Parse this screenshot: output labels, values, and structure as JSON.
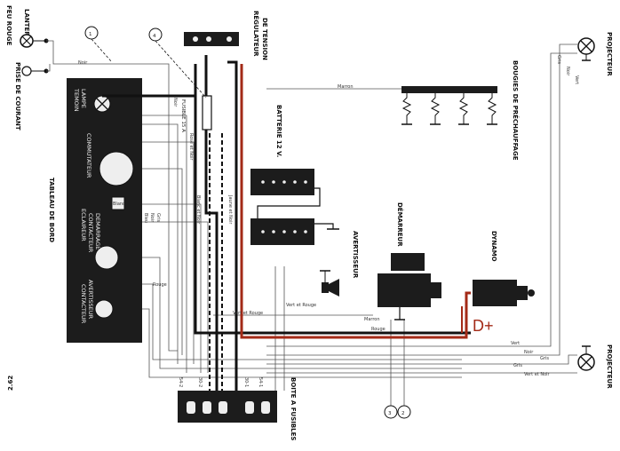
{
  "title_labels": {
    "feu_rouge": "FEU ROUGE",
    "lanterne": "LANTERNE",
    "prise": "PRISE DE COURANT",
    "tableau": "TABLEAU DE BORD",
    "regulateur": "RÉGULATEUR",
    "de_tension": "DE TENSION",
    "batterie": "BATTERIE 12 V.",
    "bougies": "BOUGIES DE PRÉCHAUFFAGE",
    "projecteur_top": "PROJECTEUR",
    "projecteur_bottom": "PROJECTEUR",
    "avertisseur": "AVERTISSEUR",
    "demarreur": "DÉMARREUR",
    "dynamo": "DYNAMO",
    "boite": "BOITE A FUSIBLES",
    "page_code": "2.62"
  },
  "panel_labels": {
    "lamp": "LAMPE",
    "temoin": "TEMOIN",
    "commutateur": "COMMUTATEUR",
    "eclaireur": "ECLAIREUR",
    "contacteur_dem": "CONTACTEUR",
    "demarrage": "DEMARRAGE",
    "contacteur_av": "CONTACTEUR",
    "avertisseur_small": "AVERTISSEUR",
    "fusible": "FUSIBLE 15 A",
    "blanc": "Blanc"
  },
  "wire_labels": {
    "noir": "Noir",
    "marron": "Marron",
    "rouge": "Rouge",
    "vert": "Vert",
    "gris": "Gris",
    "bleu": "Bleu",
    "vert_rouge": "Vert et Rouge",
    "jaune_noir": "Jaune et Noir",
    "rose_noir": "Rose et Noir",
    "blanc_noir": "Blanc et Noir",
    "vert_noir": "Vert et Noir"
  },
  "callouts": {
    "c1": "1",
    "c2": "2",
    "c3": "3",
    "c4": "4"
  },
  "fuse_labels": [
    "54-2",
    "30-2",
    "30-1",
    "54-1"
  ],
  "dplus": "D+",
  "colors": {
    "wire_black": "#111111",
    "wire_red": "#a32a17",
    "panel": "#1c1c1c",
    "dplus": "#a32a17"
  }
}
